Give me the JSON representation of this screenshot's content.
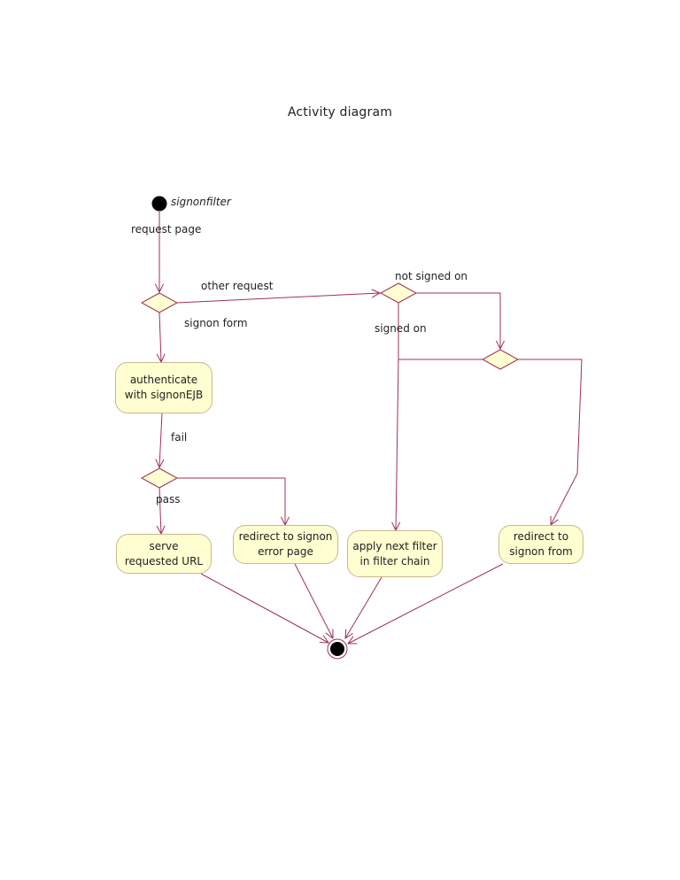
{
  "title": "Activity diagram",
  "colors": {
    "line": "#a0305a",
    "activity_fill": "#fefed0",
    "activity_border": "#c8b890",
    "node": "#000000"
  },
  "initial_label": "signonfilter",
  "edges": {
    "request_page": "request page",
    "other_request": "other request",
    "signon_form": "signon form",
    "not_signed_on": "not signed on",
    "signed_on": "signed on",
    "fail": "fail",
    "pass": "pass"
  },
  "activities": {
    "authenticate": [
      "authenticate",
      "with signonEJB"
    ],
    "serve": [
      "serve",
      "requested URL"
    ],
    "redirect_error": [
      "redirect to signon",
      "error page"
    ],
    "apply_filter": [
      "apply next filter",
      "in filter chain"
    ],
    "redirect_from": [
      "redirect to",
      "signon from"
    ]
  }
}
